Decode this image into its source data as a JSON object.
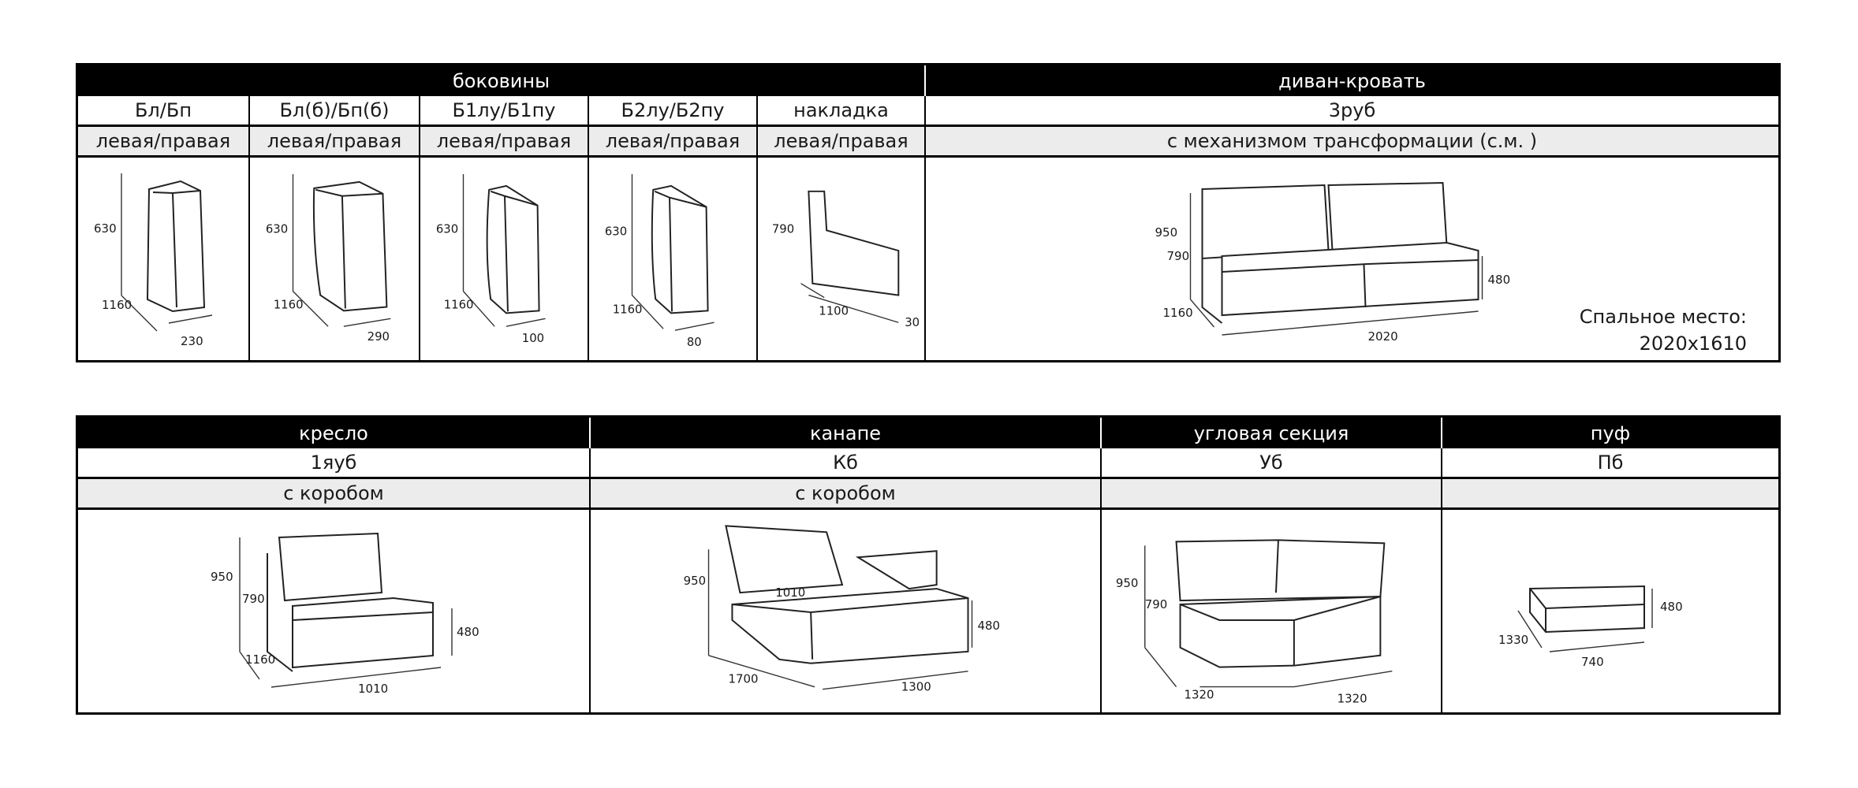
{
  "top_table": {
    "group_sides": "боковины",
    "group_sofa": "диван-кровать",
    "columns": [
      {
        "code": "Бл/Бп",
        "desc": "левая/правая",
        "dims": [
          "630",
          "1160",
          "230"
        ]
      },
      {
        "code": "Бл(б)/Бп(б)",
        "desc": "левая/правая",
        "dims": [
          "630",
          "1160",
          "290"
        ]
      },
      {
        "code": "Б1лу/Б1пу",
        "desc": "левая/правая",
        "dims": [
          "630",
          "1160",
          "100"
        ]
      },
      {
        "code": "Б2лу/Б2пу",
        "desc": "левая/правая",
        "dims": [
          "630",
          "1160",
          "80"
        ]
      },
      {
        "code": "накладка",
        "desc": "левая/правая",
        "dims": [
          "790",
          "1100",
          "30"
        ]
      },
      {
        "code": "3руб",
        "desc": "с механизмом трансформации (с.м. )",
        "dims": [
          "950",
          "790",
          "480",
          "1160",
          "2020"
        ],
        "sleep_label": "Спальное место:",
        "sleep_size": "2020x1610"
      }
    ]
  },
  "bottom_table": {
    "columns": [
      {
        "group": "кресло",
        "code": "1яуб",
        "desc": "с коробом",
        "dims": [
          "950",
          "790",
          "480",
          "1160",
          "1010"
        ]
      },
      {
        "group": "канапе",
        "code": "Кб",
        "desc": "с коробом",
        "dims": [
          "950",
          "1010",
          "480",
          "1700",
          "1300"
        ]
      },
      {
        "group": "угловая секция",
        "code": "Уб",
        "desc": "",
        "dims": [
          "950",
          "790",
          "1320",
          "1320"
        ]
      },
      {
        "group": "пуф",
        "code": "Пб",
        "desc": "",
        "dims": [
          "480",
          "1330",
          "740"
        ]
      }
    ]
  }
}
